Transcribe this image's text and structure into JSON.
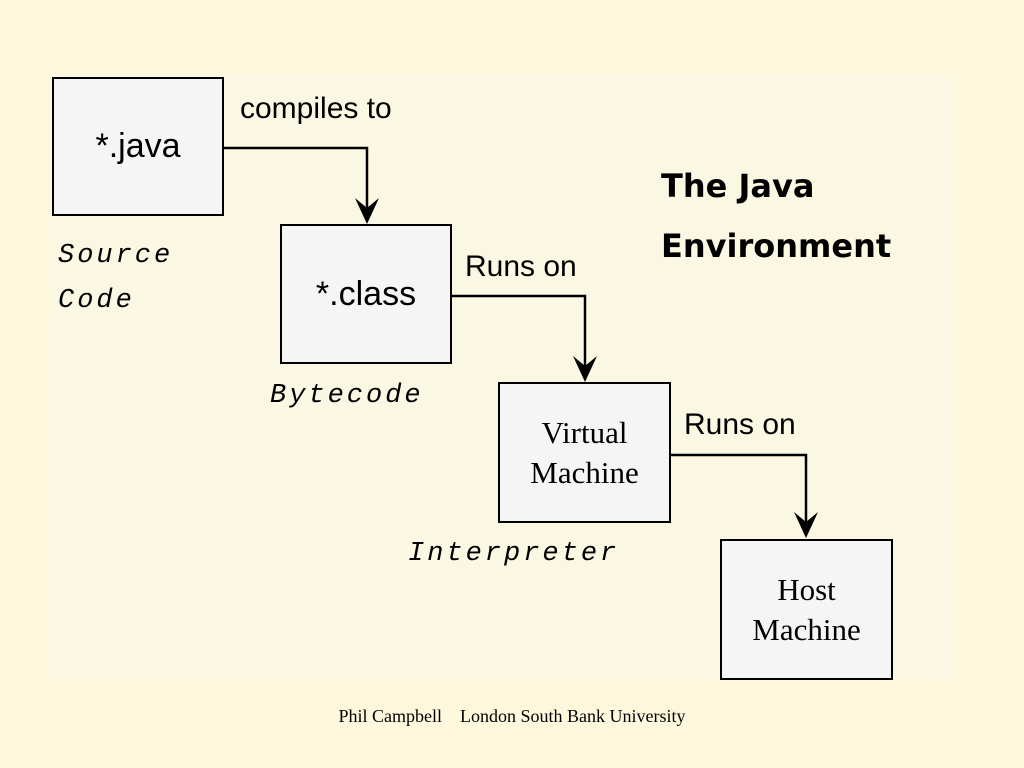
{
  "diagram": {
    "title_line1": "The Java",
    "title_line2": "Environment",
    "nodes": {
      "source": {
        "label": "*.java",
        "caption_line1": "Source",
        "caption_line2": "Code"
      },
      "bytecode": {
        "label": "*.class",
        "caption": "Bytecode"
      },
      "vm": {
        "label_line1": "Virtual",
        "label_line2": "Machine",
        "caption": "Interpreter"
      },
      "host": {
        "label_line1": "Host",
        "label_line2": "Machine"
      }
    },
    "edges": {
      "compile": "compiles to",
      "runs_on_vm": "Runs on",
      "runs_on_host": "Runs on"
    }
  },
  "footer": {
    "author": "Phil Campbell",
    "institution": "London South Bank University"
  }
}
